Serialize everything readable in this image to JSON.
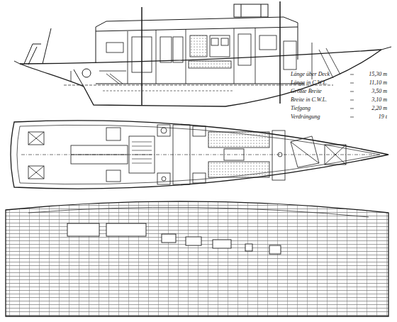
{
  "diagram": {
    "labels": [
      "Länge über Deck",
      "15,30 m",
      "Länge in C.W.L.",
      "11,10 m",
      "Größte Breite",
      "3,50 m",
      "Breite in C.W.L.",
      "3,10 m",
      "Tiefgang",
      "2,20 m",
      "Verdrängung",
      "19 t"
    ]
  }
}
